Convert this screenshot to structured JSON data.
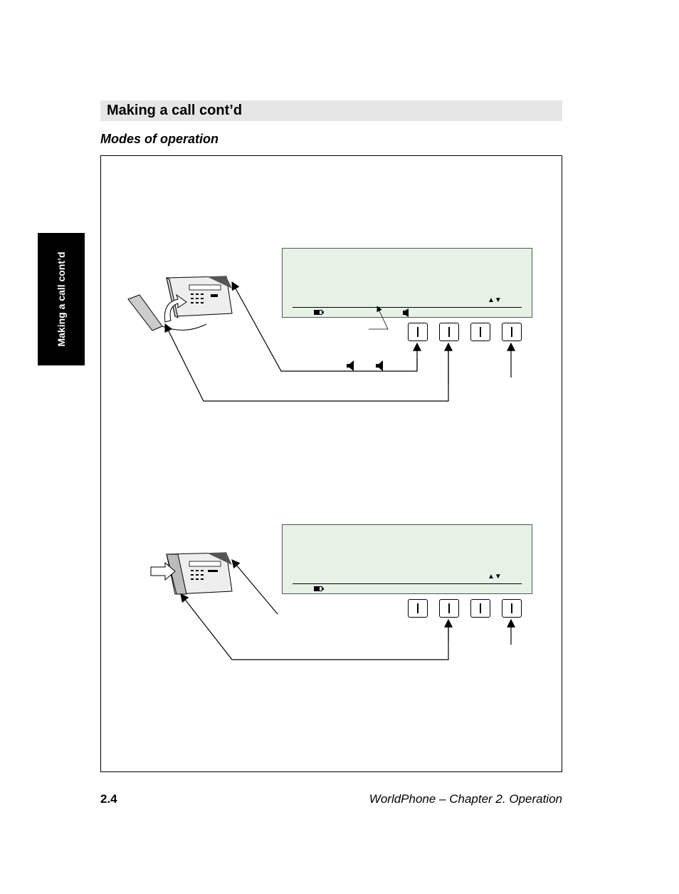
{
  "header": {
    "title": "Making a call cont’d",
    "subtitle": "Modes of operation"
  },
  "side_tab": {
    "label": "Making a call cont’d"
  },
  "footer": {
    "page_number": "2.4",
    "chapter": "WorldPhone – Chapter 2. Operation"
  },
  "icons": {
    "phone": "desk-phone-icon",
    "speaker": "speaker-icon",
    "battery": "battery-icon",
    "updown": "up-down-arrows-icon",
    "hand": "hand-pointer-icon"
  },
  "colors": {
    "lcd": "#e6f2e6",
    "title_bar": "#e6e6e6",
    "tab": "#000000"
  }
}
